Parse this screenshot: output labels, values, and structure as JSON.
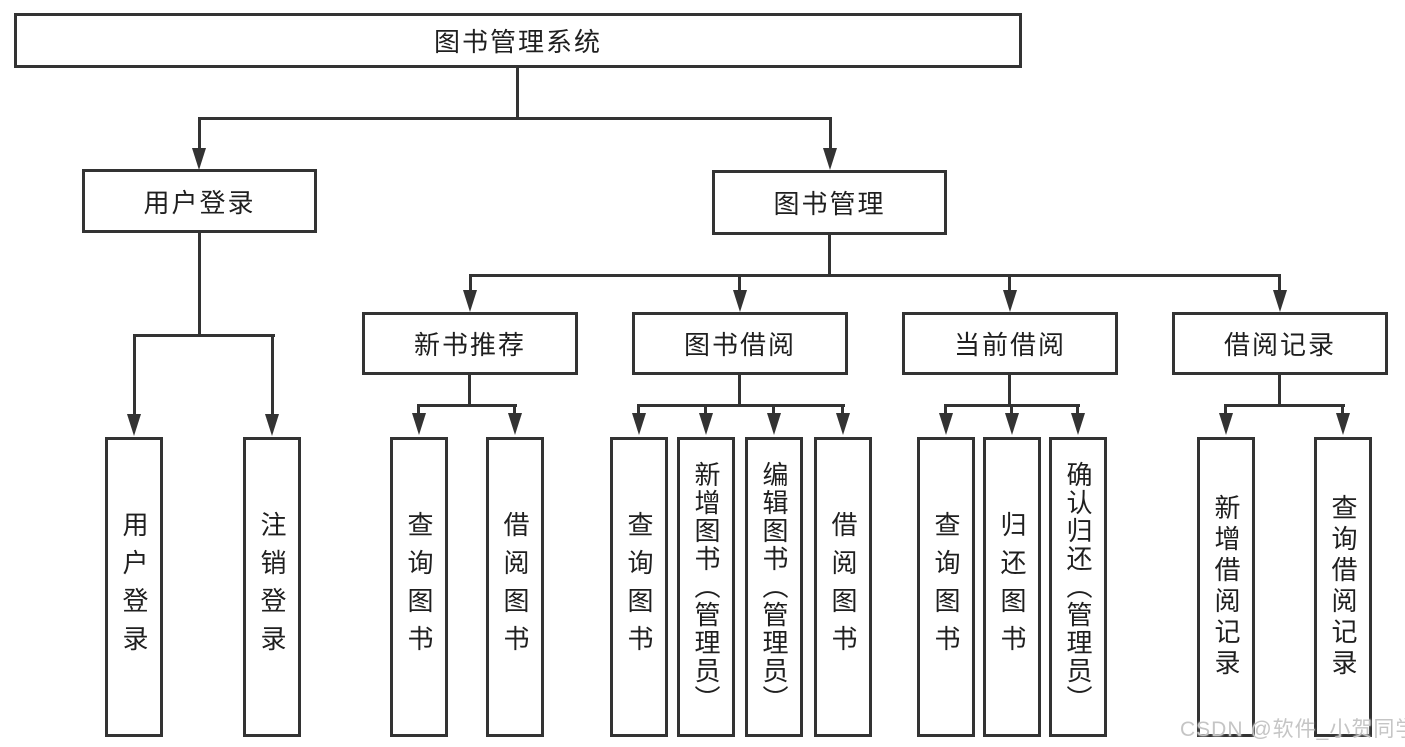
{
  "diagram_type": "hierarchy-tree",
  "colors": {
    "line": "#333333",
    "border": "#333333",
    "text": "#1f1f1f",
    "watermark": "#c5c5c5",
    "background": "#ffffff"
  },
  "tree": {
    "label": "图书管理系统",
    "children": [
      {
        "label": "用户登录",
        "children": [
          {
            "label": "用户登录"
          },
          {
            "label": "注销登录"
          }
        ]
      },
      {
        "label": "图书管理",
        "children": [
          {
            "label": "新书推荐",
            "children": [
              {
                "label": "查询图书"
              },
              {
                "label": "借阅图书"
              }
            ]
          },
          {
            "label": "图书借阅",
            "children": [
              {
                "label": "查询图书"
              },
              {
                "label": "新增图书（管理员）"
              },
              {
                "label": "编辑图书（管理员）"
              },
              {
                "label": "借阅图书"
              }
            ]
          },
          {
            "label": "当前借阅",
            "children": [
              {
                "label": "查询图书"
              },
              {
                "label": "归还图书"
              },
              {
                "label": "确认归还（管理员）"
              }
            ]
          },
          {
            "label": "借阅记录",
            "children": [
              {
                "label": "新增借阅记录"
              },
              {
                "label": "查询借阅记录"
              }
            ]
          }
        ]
      }
    ]
  },
  "watermark": {
    "text": "CSDN @软件_小贺同学"
  }
}
